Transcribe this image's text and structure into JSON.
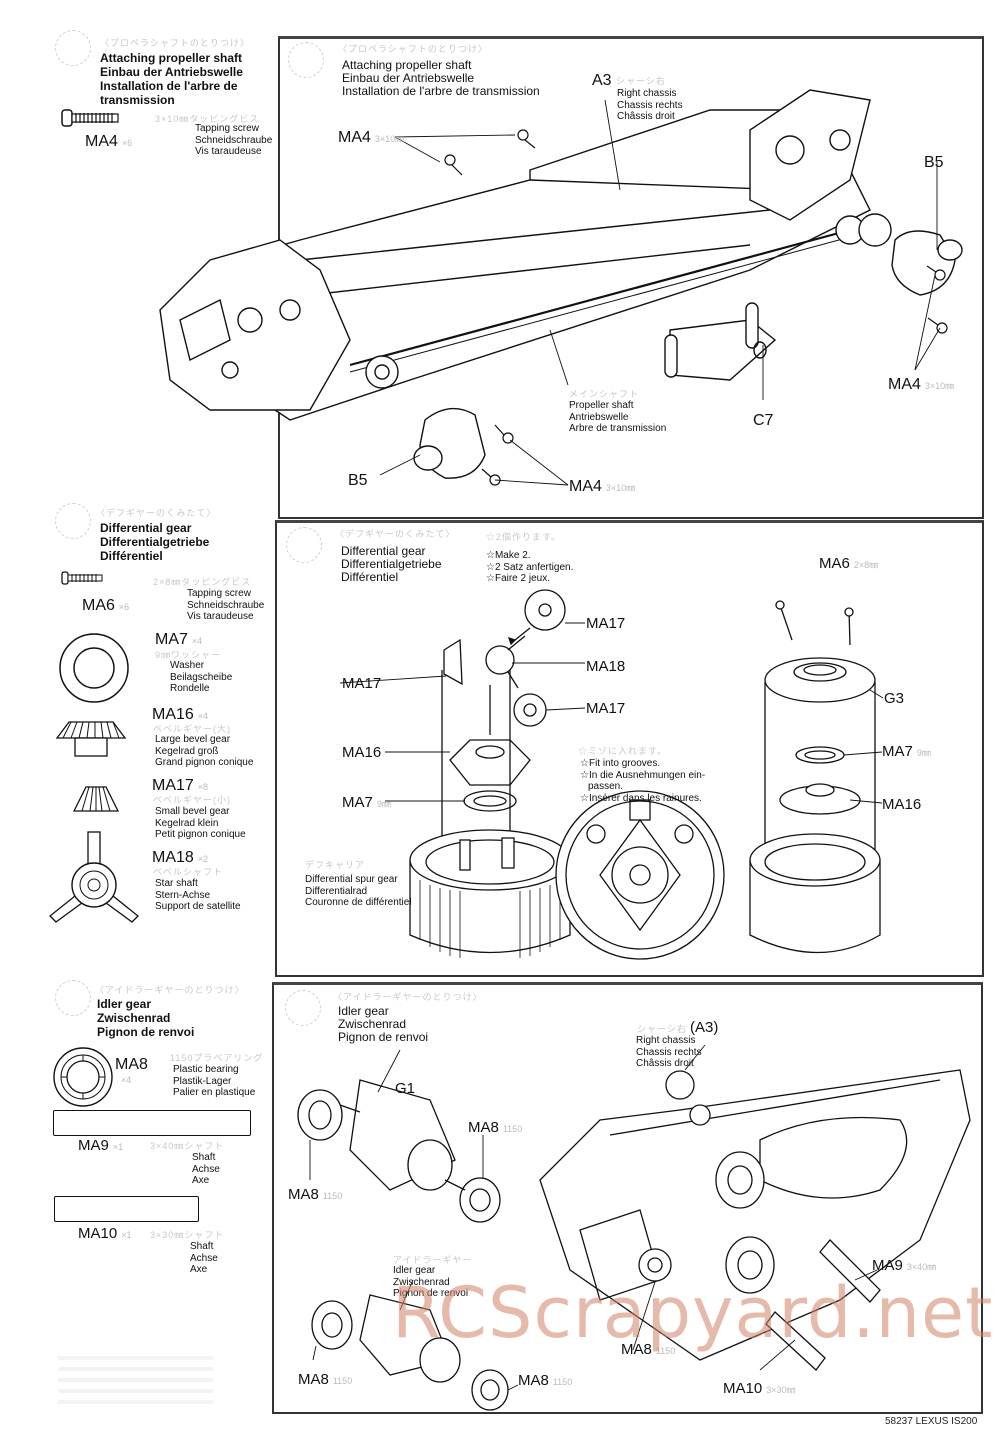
{
  "sections": [
    {
      "sidebar": {
        "jp_heading": "〈プロペラシャフトのとりつけ〉",
        "title_lines": [
          "Attaching propeller shaft",
          "Einbau der Antriebswelle",
          "Installation de l'arbre de",
          "transmission"
        ],
        "parts": [
          {
            "code": "MA4",
            "qty": "×6",
            "jp": "3×10㎜タッピングビス",
            "desc": [
              "Tapping screw",
              "Schneidschraube",
              "Vis taraudeuse"
            ]
          }
        ]
      },
      "panel": {
        "jp_heading": "〈プロペラシャフトのとりつけ〉",
        "title_lines": [
          "Attaching propeller shaft",
          "Einbau der Antriebswelle",
          "Installation de l'arbre de transmission"
        ],
        "callouts": {
          "a3": {
            "code": "A3",
            "jp": "シャーシ右",
            "desc": [
              "Right chassis",
              "Chassis rechts",
              "Châssis droit"
            ]
          },
          "ma4_top": {
            "code": "MA4",
            "size": "3×10㎜"
          },
          "b5_right": {
            "code": "B5"
          },
          "ma4_right": {
            "code": "MA4",
            "size": "3×10㎜"
          },
          "propeller": {
            "jp": "メインシャフト",
            "desc": [
              "Propeller shaft",
              "Antriebswelle",
              "Arbre de transmission"
            ]
          },
          "c7": {
            "code": "C7"
          },
          "b5_left": {
            "code": "B5"
          },
          "ma4_bottom": {
            "code": "MA4",
            "size": "3×10㎜"
          }
        }
      }
    },
    {
      "sidebar": {
        "jp_heading": "〈デフギヤーのくみたて〉",
        "title_lines": [
          "Differential gear",
          "Differentialgetriebe",
          "Différentiel"
        ],
        "parts": [
          {
            "code": "MA6",
            "qty": "×6",
            "jp": "2×8㎜タッピングビス",
            "desc": [
              "Tapping screw",
              "Schneidschraube",
              "Vis taraudeuse"
            ]
          },
          {
            "code": "MA7",
            "qty": "×4",
            "jp": "9㎜ワッシャー",
            "desc": [
              "Washer",
              "Beilagscheibe",
              "Rondelle"
            ]
          },
          {
            "code": "MA16",
            "qty": "×4",
            "jp": "ベベルギヤー(大)",
            "desc": [
              "Large bevel gear",
              "Kegelrad groß",
              "Grand pignon conique"
            ]
          },
          {
            "code": "MA17",
            "qty": "×8",
            "jp": "ベベルギヤー(小)",
            "desc": [
              "Small bevel gear",
              "Kegelrad klein",
              "Petit pignon conique"
            ]
          },
          {
            "code": "MA18",
            "qty": "×2",
            "jp": "ベベルシャフト",
            "desc": [
              "Star shaft",
              "Stern-Achse",
              "Support de satellite"
            ]
          }
        ]
      },
      "panel": {
        "jp_heading": "〈デフギヤーのくみたて〉",
        "title_lines": [
          "Differential gear",
          "Differentialgetriebe",
          "Différentiel"
        ],
        "note_jp": "☆2個作ります。",
        "note_lines": [
          "☆Make 2.",
          "☆2 Satz anfertigen.",
          "☆Faire 2 jeux."
        ],
        "callouts": {
          "ma17_top": "MA17",
          "ma18": "MA18",
          "ma17_left": "MA17",
          "ma17_right": "MA17",
          "ma16": "MA16",
          "ma7": {
            "code": "MA7",
            "size": "9㎜"
          },
          "spur_gear": {
            "jp": "デフキャリア",
            "desc": [
              "Differential spur gear",
              "Differentialrad",
              "Couronne de différentiel"
            ]
          },
          "grooves": {
            "jp": "☆ミゾに入れます。",
            "desc": [
              "☆Fit into grooves.",
              "☆In die Ausnehmungen ein-",
              "passen.",
              "☆Insérer dans les rainures."
            ]
          },
          "ma6": {
            "code": "MA6",
            "size": "2×8㎜"
          },
          "g3": "G3",
          "ma7_right": {
            "code": "MA7",
            "size": "9㎜"
          },
          "ma16_right": "MA16"
        }
      }
    },
    {
      "sidebar": {
        "jp_heading": "〈アイドラーギヤーのとりつけ〉",
        "title_lines": [
          "Idler gear",
          "Zwischenrad",
          "Pignon de renvoi"
        ],
        "parts": [
          {
            "code": "MA8",
            "qty": "×4",
            "jp": "1150プラベアリング",
            "desc": [
              "Plastic bearing",
              "Plastik-Lager",
              "Palier en plastique"
            ]
          },
          {
            "code": "MA9",
            "qty": "×1",
            "jp": "3×40㎜シャフト",
            "desc": [
              "Shaft",
              "Achse",
              "Axe"
            ]
          },
          {
            "code": "MA10",
            "qty": "×1",
            "jp": "3×30㎜シャフト",
            "desc": [
              "Shaft",
              "Achse",
              "Axe"
            ]
          }
        ]
      },
      "panel": {
        "jp_heading": "〈アイドラーギヤーのとりつけ〉",
        "title_lines": [
          "Idler gear",
          "Zwischenrad",
          "Pignon de renvoi"
        ],
        "callouts": {
          "a3": {
            "code": "(A3)",
            "jp": "シャーシ右",
            "desc": [
              "Right chassis",
              "Chassis rechts",
              "Châssis droit"
            ]
          },
          "g1": "G1",
          "ma8_right_of_g1": {
            "code": "MA8",
            "size": "1150"
          },
          "ma8_left_of_g1": {
            "code": "MA8",
            "size": "1150"
          },
          "idler": {
            "jp": "アイドラーギヤー",
            "desc": [
              "Idler gear",
              "Zwischenrad",
              "Pignon de renvoi"
            ]
          },
          "ma8_bottom_left": {
            "code": "MA8",
            "size": "1150"
          },
          "ma8_bottom_mid": {
            "code": "MA8",
            "size": "1150"
          },
          "ma8_chassis": {
            "code": "MA8",
            "size": "1150"
          },
          "ma9": {
            "code": "MA9",
            "size": "3×40㎜"
          },
          "ma10": {
            "code": "MA10",
            "size": "3×30㎜"
          }
        }
      }
    }
  ],
  "watermark": "RCScrapyard.net",
  "footer": "58237 LEXUS IS200"
}
